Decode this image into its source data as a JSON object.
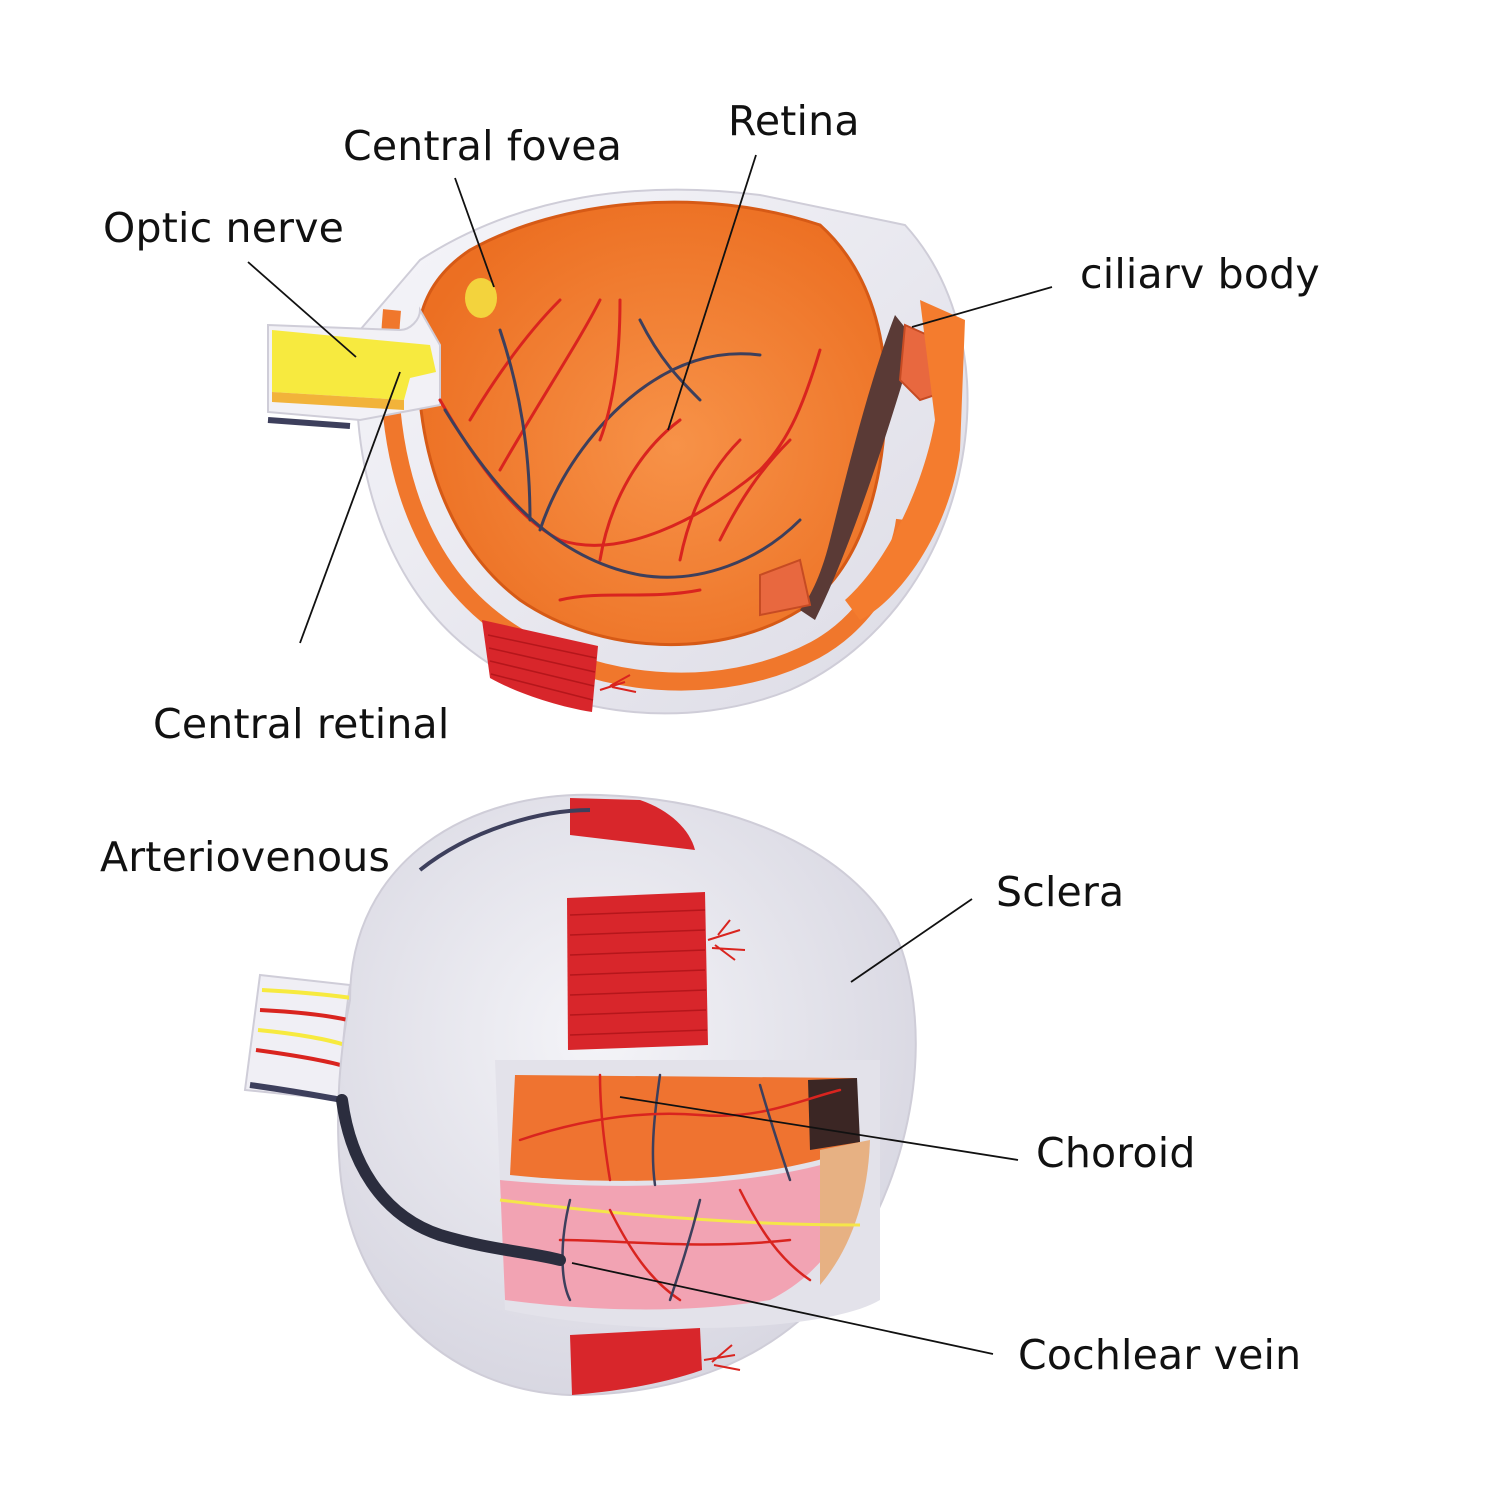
{
  "labels": {
    "optic_nerve": "Optic nerve",
    "central_fovea": "Central fovea",
    "retina": "Retina",
    "ciliary_body": "ciliarv body",
    "central_retinal": "Central retinal",
    "arteriovenous": "Arteriovenous",
    "sclera": "Sclera",
    "choroid": "Choroid",
    "cochlear_vein": "Cochlear vein"
  },
  "colors": {
    "sclera_white": "#ecebf2",
    "retina_orange": "#f07a2a",
    "retina_light": "#f58b3c",
    "muscle_red": "#d8262b",
    "vessel_red": "#d9241f",
    "vein_dark": "#3d3f5c",
    "nerve_yellow": "#f5e64a",
    "fovea_yellow": "#f3d33d",
    "choroid_pink": "#f2a3b3",
    "leader_line": "#111111"
  }
}
